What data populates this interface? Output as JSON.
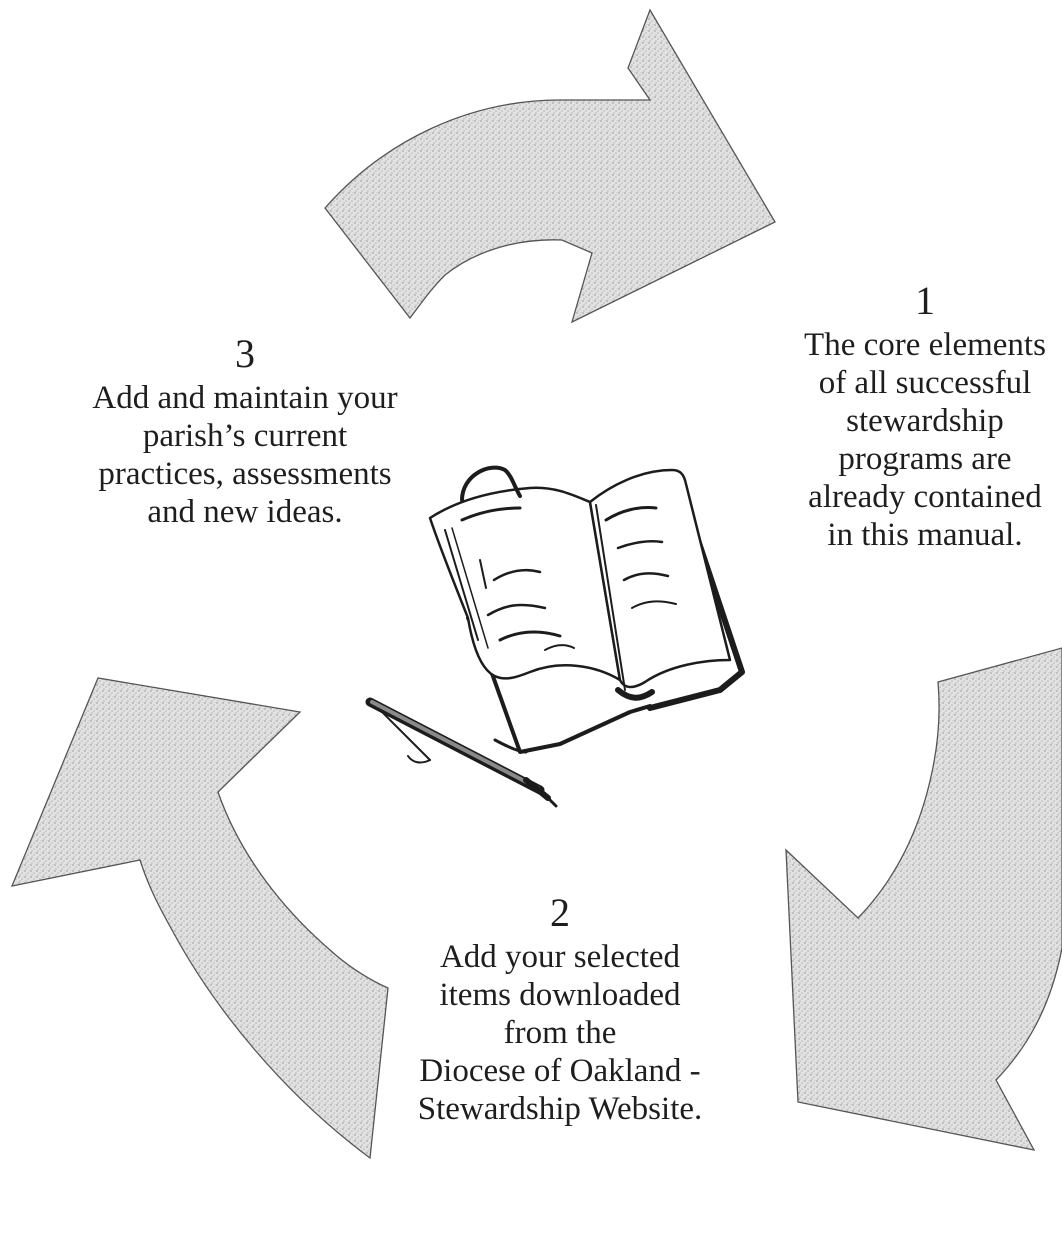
{
  "colors": {
    "arrow_fill": "#dedede",
    "arrow_stroke": "#555555",
    "text": "#1e1e1e",
    "background": "#ffffff"
  },
  "steps": [
    {
      "number": "1",
      "lines": [
        "The core elements",
        "of all successful",
        "stewardship",
        "programs are",
        "already contained",
        "in this manual."
      ]
    },
    {
      "number": "2",
      "lines": [
        "Add your selected",
        "items downloaded",
        "from the",
        "Diocese of Oakland -",
        "Stewardship Website."
      ]
    },
    {
      "number": "3",
      "lines": [
        "Add and maintain your",
        "parish’s current",
        "practices, assessments",
        "and new ideas."
      ]
    }
  ],
  "arrows": [
    {
      "name": "top",
      "direction": "clockwise, pointing right"
    },
    {
      "name": "right",
      "direction": "clockwise, pointing down-left"
    },
    {
      "name": "left",
      "direction": "clockwise, pointing up"
    }
  ],
  "illustration": {
    "icon": "open-book-with-pen-icon"
  }
}
